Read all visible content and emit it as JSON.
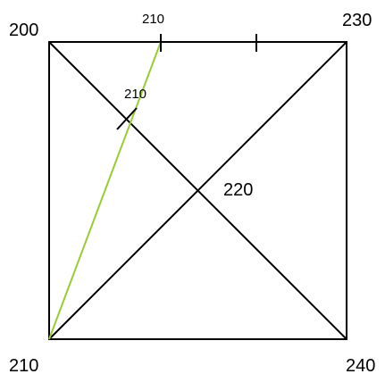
{
  "labels": {
    "corner_top_left": "200",
    "corner_top_right": "230",
    "corner_bottom_left": "210",
    "corner_bottom_right": "240",
    "center": "220",
    "top_edge_point": "210",
    "diagonal_point": "210"
  },
  "colors": {
    "lines": "#000000",
    "highlight_line": "#99cc33"
  }
}
